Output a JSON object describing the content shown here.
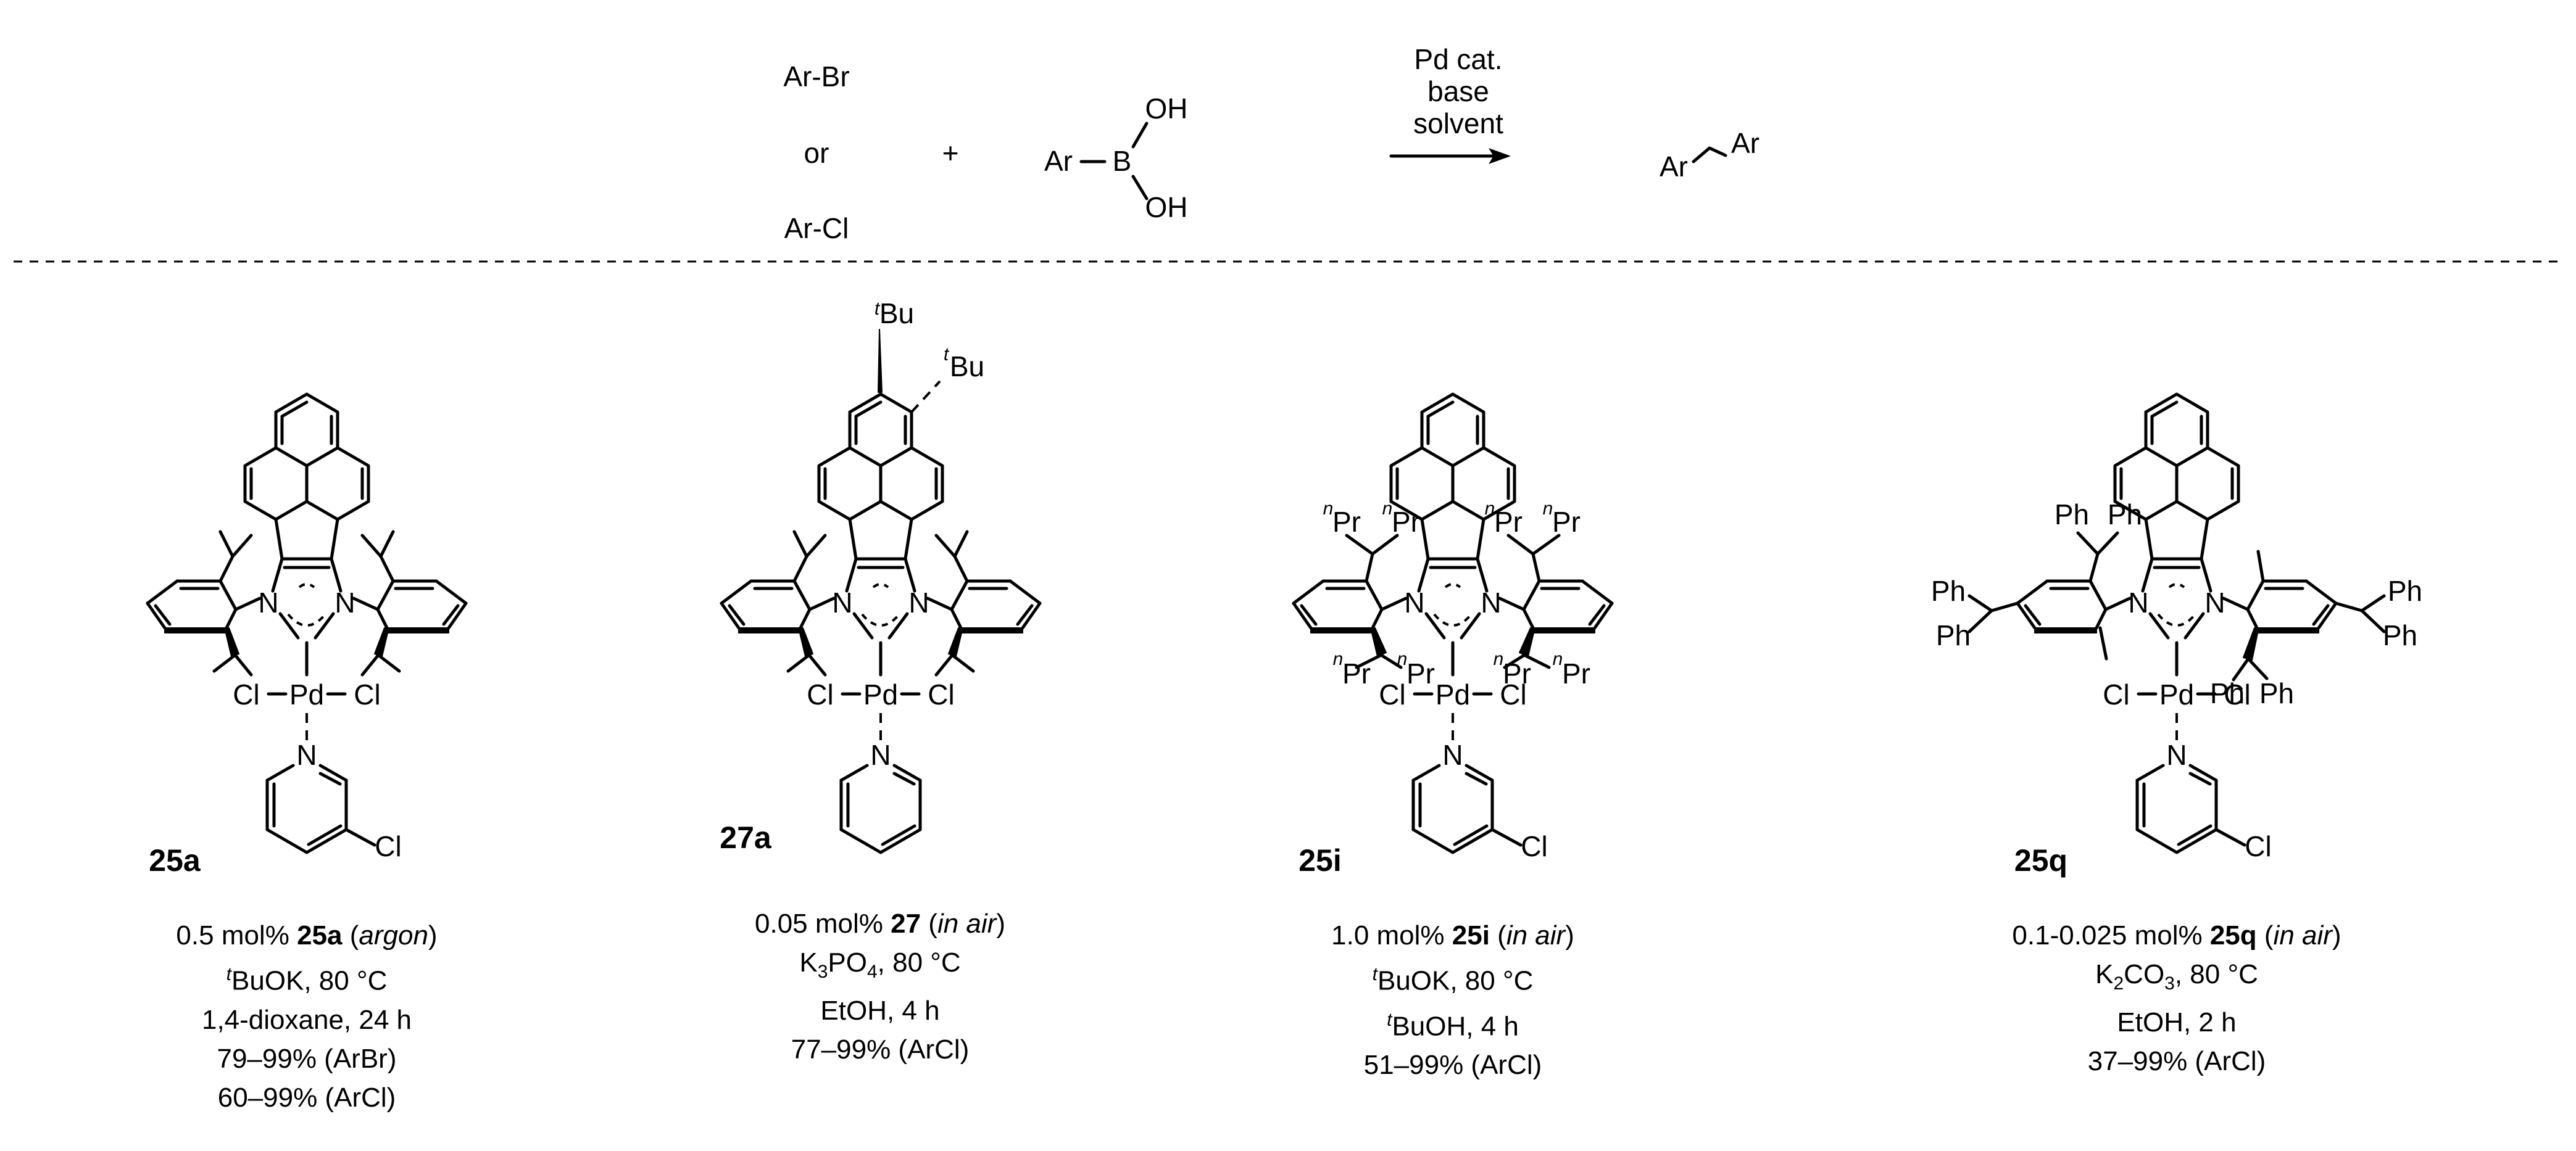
{
  "reaction": {
    "halide_1": "Ar-Br",
    "or_text": "or",
    "halide_2": "Ar-Cl",
    "plus": "+",
    "boronic_ar": "Ar",
    "boron": "B",
    "oh": "OH",
    "cond_1": "Pd cat.",
    "cond_2": "base",
    "cond_3": "solvent",
    "product_ar": "Ar"
  },
  "atoms": {
    "N": "N",
    "Pd": "Pd",
    "Cl": "Cl",
    "Pr": "Pr",
    "Ph": "Ph",
    "Bu": "Bu",
    "n": "n",
    "t": "t"
  },
  "compounds": [
    {
      "label": "25a",
      "c1a": "0.5 mol% ",
      "c1b": "25a",
      "c1c": " (",
      "c1d": "argon",
      "c1e": ")",
      "c2a": "t",
      "c2b": "BuOK, 80 °C",
      "c3": "1,4-dioxane, 24 h",
      "c4": "79–99% (ArBr)",
      "c5": "60–99% (ArCl)"
    },
    {
      "label": "27a",
      "c1a": "0.05 mol% ",
      "c1b": "27",
      "c1c": " (",
      "c1d": "in air",
      "c1e": ")",
      "c2a": "K",
      "c2b": "3",
      "c2c": "PO",
      "c2d": "4",
      "c2e": ", 80 °C",
      "c3": "EtOH, 4 h",
      "c4": "77–99% (ArCl)"
    },
    {
      "label": "25i",
      "c1a": "1.0 mol% ",
      "c1b": "25i",
      "c1c": " (",
      "c1d": "in air",
      "c1e": ")",
      "c2a": "t",
      "c2b": "BuOK, 80 °C",
      "c3a": "t",
      "c3b": "BuOH, 4 h",
      "c4": "51–99% (ArCl)"
    },
    {
      "label": "25q",
      "c1a": "0.1-0.025 mol% ",
      "c1b": "25q",
      "c1c": " (",
      "c1d": "in air",
      "c1e": ")",
      "c2a": "K",
      "c2b": "2",
      "c2c": "CO",
      "c2d": "3",
      "c2e": ", 80 °C",
      "c3": "EtOH, 2 h",
      "c4": "37–99% (ArCl)"
    }
  ]
}
